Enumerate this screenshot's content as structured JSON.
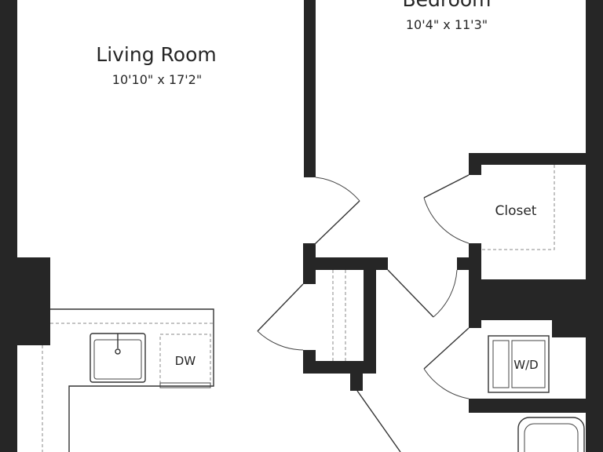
{
  "rooms": {
    "living_room": {
      "name": "Living Room",
      "dimensions": "10'10\" x 17'2\""
    },
    "bedroom": {
      "name": "Bedroom",
      "dimensions": "10'4\" x 11'3\""
    }
  },
  "labels": {
    "closet": "Closet",
    "dishwasher": "DW",
    "washer_dryer": "W/D"
  },
  "colors": {
    "wall": "#262626",
    "background": "#ffffff"
  }
}
